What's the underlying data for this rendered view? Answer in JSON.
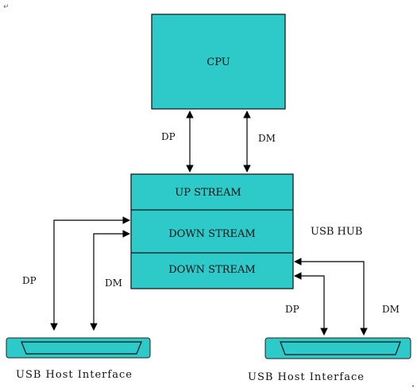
{
  "cpu": {
    "label": "CPU"
  },
  "hub": {
    "label": "USB HUB",
    "sections": [
      "UP STREAM",
      "DOWN STREAM",
      "DOWN STREAM"
    ]
  },
  "signals": {
    "cpu_dp": "DP",
    "cpu_dm": "DM",
    "left_dp": "DP",
    "left_dm": "DM",
    "right_dp": "DP",
    "right_dm": "DM"
  },
  "hosts": {
    "left": "USB Host Interface",
    "right": "USB Host Interface"
  },
  "colors": {
    "box_fill": "#2ec9c9",
    "stroke": "#000000"
  }
}
